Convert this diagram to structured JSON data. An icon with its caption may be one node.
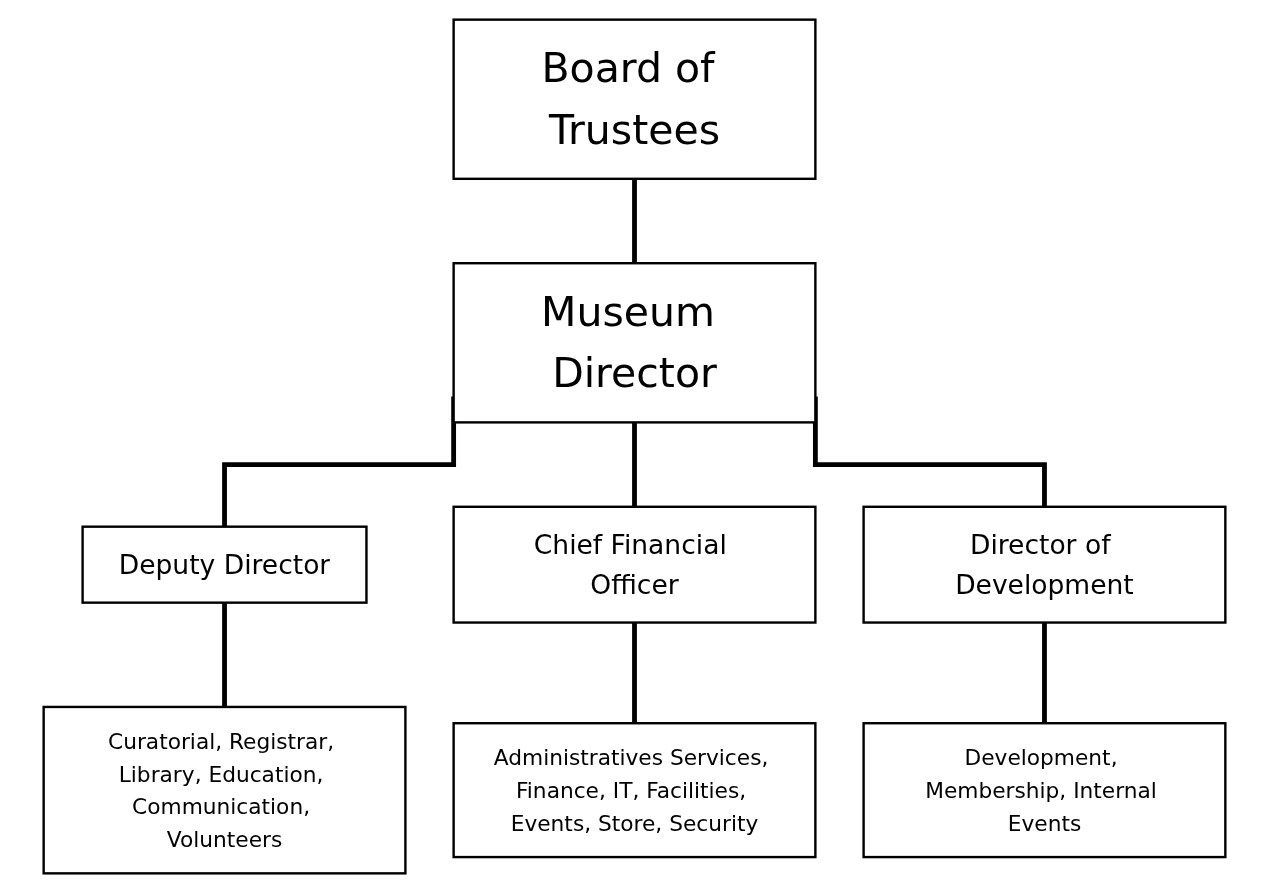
{
  "diagram": {
    "nodes": [
      {
        "text": [
          "Board of Trustees"
        ]
      },
      {
        "text": [
          "Museum Director"
        ]
      },
      {
        "text": [
          "Deputy Director"
        ]
      },
      {
        "text": [
          "Chief Financial Officer"
        ]
      },
      {
        "text": [
          "Director of Development"
        ]
      },
      {
        "text": [
          "Curatorial, Registrar, Library, Education, Communication, Volunteers"
        ]
      },
      {
        "text": [
          "Administratives Services, Finance, IT, Facilities, Events, Store, Security"
        ]
      },
      {
        "text": [
          "Development, Membership, Internal Events"
        ]
      }
    ],
    "edges": [
      {
        "from": 0,
        "to": 1,
        "arrow": "none"
      },
      {
        "from": 1,
        "to": 2,
        "arrow": "none"
      },
      {
        "from": 1,
        "to": 3,
        "arrow": "none"
      },
      {
        "from": 1,
        "to": 4,
        "arrow": "none"
      },
      {
        "from": 2,
        "to": 5,
        "arrow": "none"
      },
      {
        "from": 3,
        "to": 6,
        "arrow": "none"
      },
      {
        "from": 4,
        "to": 7,
        "arrow": "none"
      }
    ]
  }
}
